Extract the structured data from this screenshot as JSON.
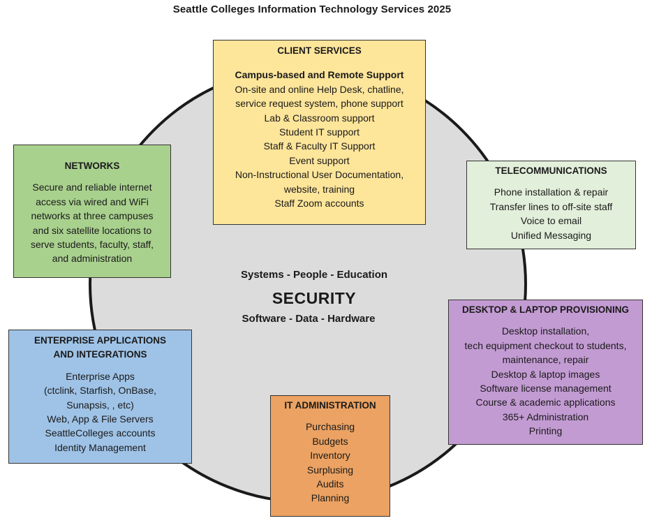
{
  "title": "Seattle Colleges Information Technology Services 2025",
  "center": {
    "line1": "Systems - People - Education",
    "main": "SECURITY",
    "line3": "Software - Data - Hardware"
  },
  "client_services": {
    "heading": "CLIENT SERVICES",
    "subheading": "Campus-based and Remote Support",
    "items": [
      "On-site and online Help Desk, chatline,",
      "service request system, phone support",
      "Lab & Classroom support",
      "Student IT support",
      "Staff & Faculty IT Support",
      "Event support",
      "Non-Instructional User Documentation,",
      "website, training",
      "Staff Zoom accounts"
    ]
  },
  "networks": {
    "heading": "NETWORKS",
    "items": [
      "Secure and reliable internet",
      "access via wired and WiFi",
      "networks at three campuses",
      "and six satellite locations to",
      "serve students, faculty, staff,",
      "and administration"
    ]
  },
  "telecommunications": {
    "heading": "TELECOMMUNICATIONS",
    "items": [
      "Phone installation & repair",
      "Transfer lines to off-site staff",
      "Voice to email",
      "Unified Messaging"
    ]
  },
  "enterprise": {
    "heading_line1": "ENTERPRISE APPLICATIONS",
    "heading_line2": "AND INTEGRATIONS",
    "items": [
      "Enterprise Apps",
      "(ctclink, Starfish, OnBase,",
      "Sunapsis, , etc)",
      "Web, App & File Servers",
      "SeattleColleges accounts",
      "Identity Management"
    ]
  },
  "desktop": {
    "heading": "DESKTOP & LAPTOP PROVISIONING",
    "items": [
      "Desktop installation,",
      "tech equipment checkout to students,",
      "maintenance, repair",
      "Desktop & laptop images",
      "Software license management",
      "Course & academic applications",
      "365+ Administration",
      "Printing"
    ]
  },
  "it_administration": {
    "heading": "IT ADMINISTRATION",
    "items": [
      "Purchasing",
      "Budgets",
      "Inventory",
      "Surplusing",
      "Audits",
      "Planning"
    ]
  },
  "colors": {
    "client_services": "#fde59a",
    "networks": "#a9d18e",
    "telecommunications": "#e2efda",
    "enterprise": "#9fc3e7",
    "desktop": "#c39bd3",
    "it_administration": "#eba262",
    "circle": "#dcdcdc"
  }
}
